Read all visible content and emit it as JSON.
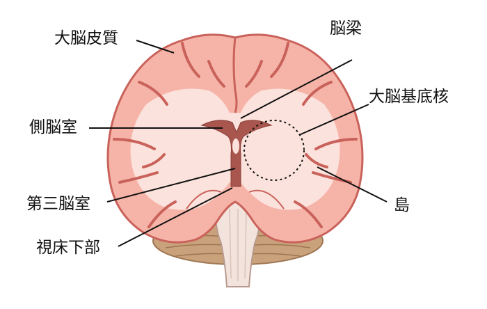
{
  "labels": {
    "cortex": "大脳皮質",
    "corpus_callosum": "脳梁",
    "basal_ganglia": "大脳基底核",
    "lateral_ventricle": "側脳室",
    "third_ventricle": "第三脳室",
    "insula": "島",
    "hypothalamus": "視床下部"
  },
  "colors": {
    "cortex_fill": "#f6b4a8",
    "cortex_outline": "#c9625a",
    "white_matter": "#fbe2dc",
    "ventricle": "#a9564e",
    "cerebellum": "#c9a27c",
    "brainstem": "#f2e3dc",
    "leader_line": "#111111"
  }
}
